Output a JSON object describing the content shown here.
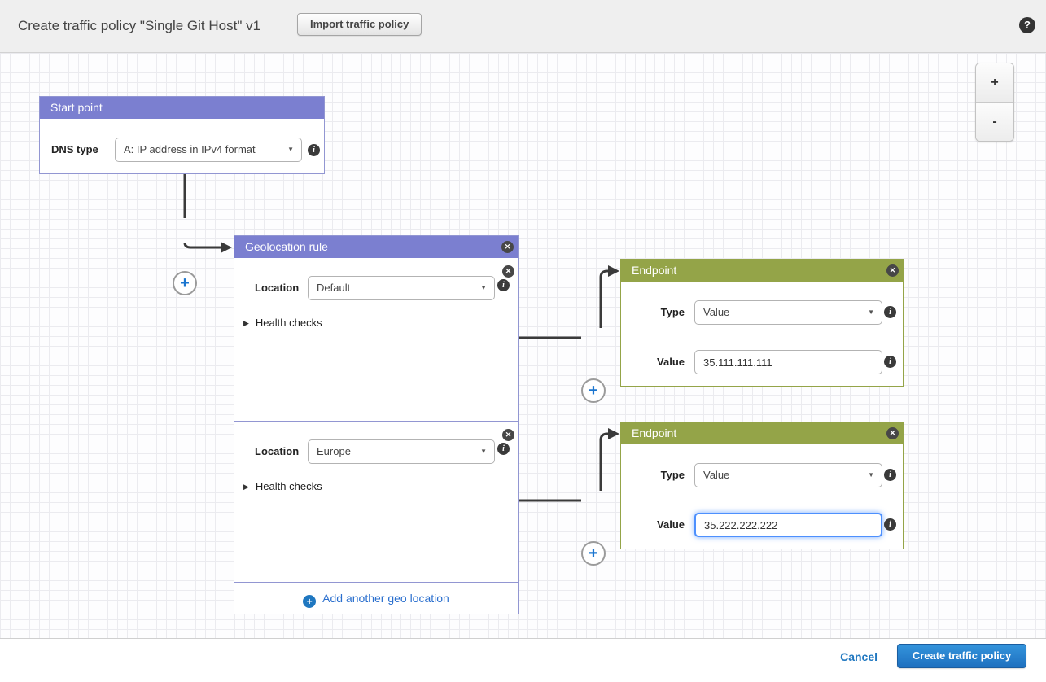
{
  "header": {
    "title": "Create traffic policy \"Single Git Host\" v1",
    "import_button": "Import traffic policy"
  },
  "zoom_controls": {
    "zoom_in": "+",
    "zoom_out": "-"
  },
  "start_point": {
    "title": "Start point",
    "dns_type_label": "DNS type",
    "dns_type_value": "A: IP address in IPv4 format"
  },
  "geolocation_rule": {
    "title": "Geolocation rule",
    "rows": [
      {
        "location_label": "Location",
        "location_value": "Default",
        "health_checks_label": "Health checks"
      },
      {
        "location_label": "Location",
        "location_value": "Europe",
        "health_checks_label": "Health checks"
      }
    ],
    "add_link": "Add another geo location"
  },
  "endpoints": [
    {
      "title": "Endpoint",
      "type_label": "Type",
      "type_value": "Value",
      "value_label": "Value",
      "value_value": "35.111.111.111",
      "focused": false
    },
    {
      "title": "Endpoint",
      "type_label": "Type",
      "type_value": "Value",
      "value_label": "Value",
      "value_value": "35.222.222.222",
      "focused": true
    }
  ],
  "footer": {
    "cancel": "Cancel",
    "create": "Create traffic policy"
  },
  "icons": {
    "help": "?",
    "close": "✕",
    "info": "i",
    "plus": "+",
    "add": "+",
    "caret": "▼",
    "expander": "▶"
  },
  "colors": {
    "rule_purple": "#7b7fd0",
    "endpoint_green": "#94a448",
    "connector": "#3a3a3a",
    "plus_blue": "#1a75cf",
    "link_blue": "#2a6fce",
    "focus_blue": "#4d90fe",
    "primary_button_blue": "#1e70bf"
  }
}
